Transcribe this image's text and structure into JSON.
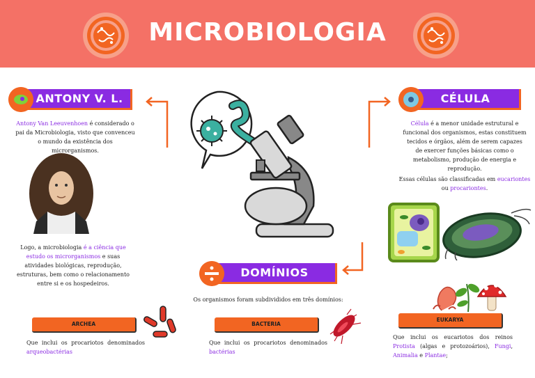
{
  "header": {
    "title": "MICROBIOLOGIA"
  },
  "antony": {
    "title": "ANTONY V. L.",
    "intro_name": "Antony Van Leeuvenhoen",
    "intro_rest": " é considerado o pai da Microbiologia, visto que convenceu o mundo da existência dos microrganismos.",
    "logo_prefix": "Logo, a microbiologia ",
    "logo_highlight": "é a ciência que estudo os microrganismos",
    "logo_rest": " e suas atividades biológicas, reprodução, estruturas, bem como o relacionamento entre si e os hospedeiros."
  },
  "celula": {
    "title": "CÉLULA",
    "def_name": "Célula",
    "def_rest": " é a menor unidade estrutural e funcional dos organismos, estas constituem tecidos e órgãos, além de serem capazes de exercer funções básicas como o metabolismo, produção de energia e reprodução.",
    "class_prefix": "Essas células são classificadas em ",
    "class_euk": "eucariontes",
    "class_mid": " ou ",
    "class_pro": "procariontes",
    "class_end": "."
  },
  "dominios": {
    "title": "DOMÍNIOS",
    "intro": "Os organismos foram subdivididos em três domínios:",
    "archea": {
      "label": "ARCHEA",
      "desc": "Que inclui os procariotos denominados ",
      "highlight": "arqueobactérias"
    },
    "bacteria": {
      "label": "BACTERIA",
      "desc": "Que inclui os procariotos denominados ",
      "highlight": "bactérias"
    },
    "eukarya": {
      "label": "EUKARYA",
      "desc_prefix": "Que inclui os eucariotos dos reinos ",
      "k1": "Protista",
      "mid1": " (algas e protozoários), ",
      "k2": "Fungi",
      "mid2": ", ",
      "k3": "Animalia",
      "mid3": " e ",
      "k4": "Plantae",
      "end": ";"
    }
  },
  "colors": {
    "header": "#f47166",
    "purple": "#8a2be2",
    "orange": "#f26522"
  },
  "icons": [
    "petri-dish-icon",
    "microscope-icon",
    "virus-icon",
    "cell-icon",
    "bacteria-icon",
    "mushroom-icon"
  ]
}
